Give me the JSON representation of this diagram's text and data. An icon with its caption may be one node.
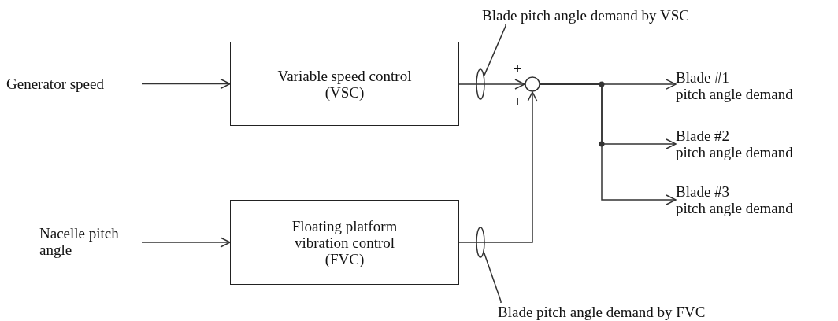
{
  "diagram": {
    "nodes": [
      {
        "text": [
          "Generator speed"
        ]
      },
      {
        "text": [
          "Variable speed control (VSC)"
        ]
      },
      {
        "text": [
          "Blade pitch angle demand by VSC"
        ]
      },
      {
        "text": [],
        "shape": "ellipse"
      },
      {
        "text": [],
        "shape": "circle"
      },
      {
        "text": [
          "Blade #1",
          "pitch angle demand"
        ]
      },
      {
        "text": [
          "Blade #2",
          "pitch angle demand"
        ]
      },
      {
        "text": [
          "Blade #3",
          "pitch angle demand"
        ]
      },
      {
        "text": [
          "Nacelle pitch angle"
        ]
      },
      {
        "text": [
          "Floating platform vibration control (FVC)"
        ]
      },
      {
        "text": [],
        "shape": "ellipse"
      },
      {
        "text": [
          "Blade pitch angle demand by FVC"
        ]
      }
    ],
    "edges": [
      {
        "from": 0,
        "to": 1,
        "arrow": "to"
      },
      {
        "from": 8,
        "to": 9,
        "arrow": "to"
      },
      {
        "from": 1,
        "to": 4,
        "arrow": "to"
      },
      {
        "from": 9,
        "to": 4,
        "arrow": "to"
      },
      {
        "from": 4,
        "to": 5,
        "arrow": "to"
      },
      {
        "from": 4,
        "to": 6,
        "arrow": "to"
      },
      {
        "from": 4,
        "to": 7,
        "arrow": "to"
      },
      {
        "from": 2,
        "to": 3,
        "arrow": "none"
      },
      {
        "from": 11,
        "to": 10,
        "arrow": "none"
      }
    ],
    "labels": [
      "+",
      "+"
    ]
  }
}
